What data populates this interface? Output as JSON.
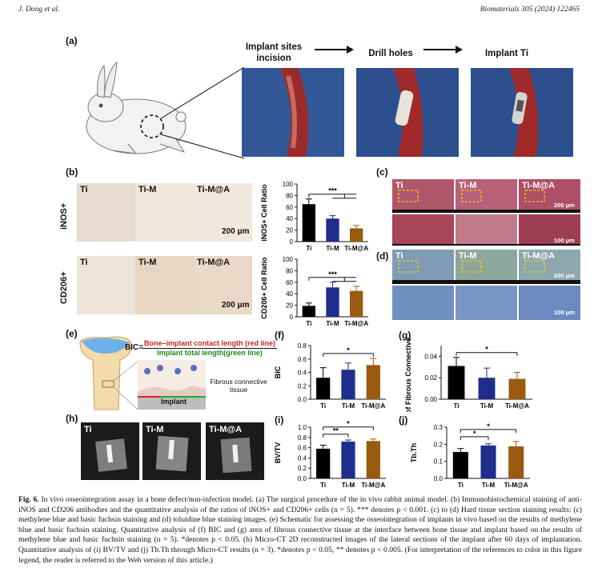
{
  "header": {
    "left": "J. Dong et al.",
    "right": "Biomaterials 305 (2024) 122465"
  },
  "panels": {
    "a": "(a)",
    "b": "(b)",
    "c": "(c)",
    "d": "(d)",
    "e": "(e)",
    "f": "(f)",
    "g": "(g)",
    "h": "(h)",
    "i": "(i)",
    "j": "(j)"
  },
  "panel_a": {
    "steps": [
      "Implant sites incision",
      "Drill holes",
      "Implant Ti"
    ]
  },
  "panel_b": {
    "rows": [
      "iNOS+",
      "CD206+"
    ],
    "groups": [
      "Ti",
      "Ti-M",
      "Ti-M@A"
    ],
    "scale": "200 μm"
  },
  "panel_cd": {
    "groups": [
      "Ti",
      "Ti-M",
      "Ti-M@A"
    ],
    "scale_top": "200 μm",
    "scale_bottom": "100 μm"
  },
  "panel_e": {
    "bic_prefix": "BIC=",
    "numerator": "Bone–implant contact length (red line)",
    "denominator": "Implant total length(green line)",
    "fibrous": "Fibrous connective tissue",
    "implant": "Implant"
  },
  "panel_h": {
    "groups": [
      "Ti",
      "Ti-M",
      "Ti-M@A"
    ]
  },
  "colors": {
    "Ti": "#000000",
    "Ti-M": "#1f2e8c",
    "Ti-M@A": "#9a5a10"
  },
  "chart_data": [
    {
      "id": "inos",
      "type": "bar",
      "categories": [
        "Ti",
        "Ti-M",
        "Ti-M@A"
      ],
      "values": [
        65,
        40,
        23
      ],
      "errors": [
        9,
        5,
        5
      ],
      "ylabel": "iNOS+ Cell Ratio",
      "ylim": [
        0,
        100
      ],
      "yticks": [
        0,
        20,
        40,
        60,
        80,
        100
      ],
      "sig": [
        {
          "from": 0,
          "to": [
            1,
            2
          ],
          "label": "***"
        }
      ]
    },
    {
      "id": "cd206",
      "type": "bar",
      "categories": [
        "Ti",
        "Ti-M",
        "Ti-M@A"
      ],
      "values": [
        19,
        51,
        45
      ],
      "errors": [
        5,
        9,
        8
      ],
      "ylabel": "CD206+ Cell Ratio",
      "ylim": [
        0,
        100
      ],
      "yticks": [
        0,
        20,
        40,
        60,
        80,
        100
      ],
      "sig": [
        {
          "from": 0,
          "to": [
            1,
            2
          ],
          "label": "***"
        }
      ]
    },
    {
      "id": "bic",
      "type": "bar",
      "categories": [
        "Ti",
        "Ti-M",
        "Ti-M@A"
      ],
      "values": [
        0.32,
        0.44,
        0.51
      ],
      "errors": [
        0.15,
        0.1,
        0.1
      ],
      "ylabel": "BIC",
      "ylim": [
        0,
        0.8
      ],
      "yticks": [
        0.0,
        0.2,
        0.4,
        0.6,
        0.8
      ],
      "sig": [
        {
          "from": 0,
          "to": [
            2
          ],
          "label": "*"
        }
      ]
    },
    {
      "id": "fibrous",
      "type": "bar",
      "categories": [
        "Ti",
        "Ti-M",
        "Ti-M@A"
      ],
      "values": [
        0.031,
        0.02,
        0.019
      ],
      "errors": [
        0.008,
        0.009,
        0.006
      ],
      "ylabel": "Area of Fibrous Connective Tissue",
      "ylim": [
        0,
        0.05
      ],
      "yticks": [
        0.0,
        0.02,
        0.04
      ],
      "sig": [
        {
          "from": 0,
          "to": [
            2
          ],
          "label": "*"
        }
      ]
    },
    {
      "id": "bvtv",
      "type": "bar",
      "categories": [
        "Ti",
        "Ti-M",
        "Ti-M@A"
      ],
      "values": [
        0.58,
        0.72,
        0.73
      ],
      "errors": [
        0.07,
        0.03,
        0.04
      ],
      "ylabel": "BV/TV",
      "ylim": [
        0,
        1.0
      ],
      "yticks": [
        0.0,
        0.2,
        0.4,
        0.6,
        0.8,
        1.0
      ],
      "sig": [
        {
          "from": 0,
          "to": [
            1
          ],
          "label": "**"
        },
        {
          "from": 0,
          "to": [
            2
          ],
          "label": "*"
        }
      ]
    },
    {
      "id": "tbth",
      "type": "bar",
      "categories": [
        "Ti",
        "Ti-M",
        "Ti-M@A"
      ],
      "values": [
        0.155,
        0.193,
        0.188
      ],
      "errors": [
        0.02,
        0.01,
        0.028
      ],
      "ylabel": "Tb.Th",
      "ylim": [
        0,
        0.3
      ],
      "yticks": [
        0.0,
        0.1,
        0.2,
        0.3
      ],
      "sig": [
        {
          "from": 0,
          "to": [
            1
          ],
          "label": "*"
        },
        {
          "from": 0,
          "to": [
            2
          ],
          "label": "*"
        }
      ]
    }
  ],
  "caption": {
    "label": "Fig. 6.",
    "text": "In vivo osseointegration assay in a bone defect/non-infection model. (a) The surgical procedure of the in vivo rabbit animal model. (b) Immunohistochemical staining of anti-iNOS and CD206 antibodies and the quantitative analysis of the ratios of iNOS+ and CD206+ cells (n = 5). *** denotes p < 0.001. (c) to (d) Hard tissue section staining results: (c) methylene blue and basic fuchsin staining and (d) toluidine blue staining images. (e) Schematic for assessing the osseointegration of implants in vivo based on the results of methylene blue and basic fuchsin staining. Quantitative analysis of (f) BIC and (g) area of fibrous connective tissue at the interface between bone tissue and implant based on the results of methylene blue and basic fuchsin staining (n = 5). *denotes p < 0.05. (h) Micro-CT 2D reconstructed images of the lateral sections of the implant after 60 days of implantation. Quantitative analysis of (i) BV/TV and (j) Tb.Th through Micro-CT results (n = 3). *denotes p < 0.05, ** denotes p < 0.005. (For interpretation of the references to color in this figure legend, the reader is referred to the Web version of this article.)"
  }
}
